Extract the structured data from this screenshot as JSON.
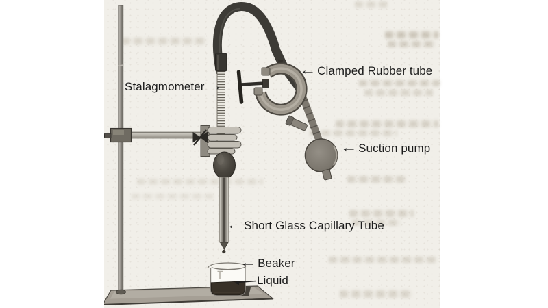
{
  "figure": {
    "type": "apparatus-diagram",
    "labels": {
      "stalagmometer": {
        "text": "Stalagmometer",
        "arrow": "→"
      },
      "clamped_rubber_tube": {
        "text": "Clamped Rubber tube",
        "arrow": "←"
      },
      "suction_pump": {
        "text": "Suction pump",
        "arrow": "←"
      },
      "capillary_tube": {
        "text": "Short Glass Capillary Tube",
        "arrow": "←"
      },
      "beaker": {
        "text": "Beaker",
        "arrow": "←"
      },
      "liquid": {
        "text": "Liquid"
      }
    },
    "colors": {
      "scan_background": "#f1efe9",
      "label_text": "#1c1c1c",
      "rubber_tube": "#3d3b36",
      "metal_light": "#9d978c",
      "metal_dark": "#6f6b62",
      "stalagmometer_bulb": "#46423c",
      "pump_bulb": "#7d7870",
      "liquid_fill": "#383128"
    }
  }
}
